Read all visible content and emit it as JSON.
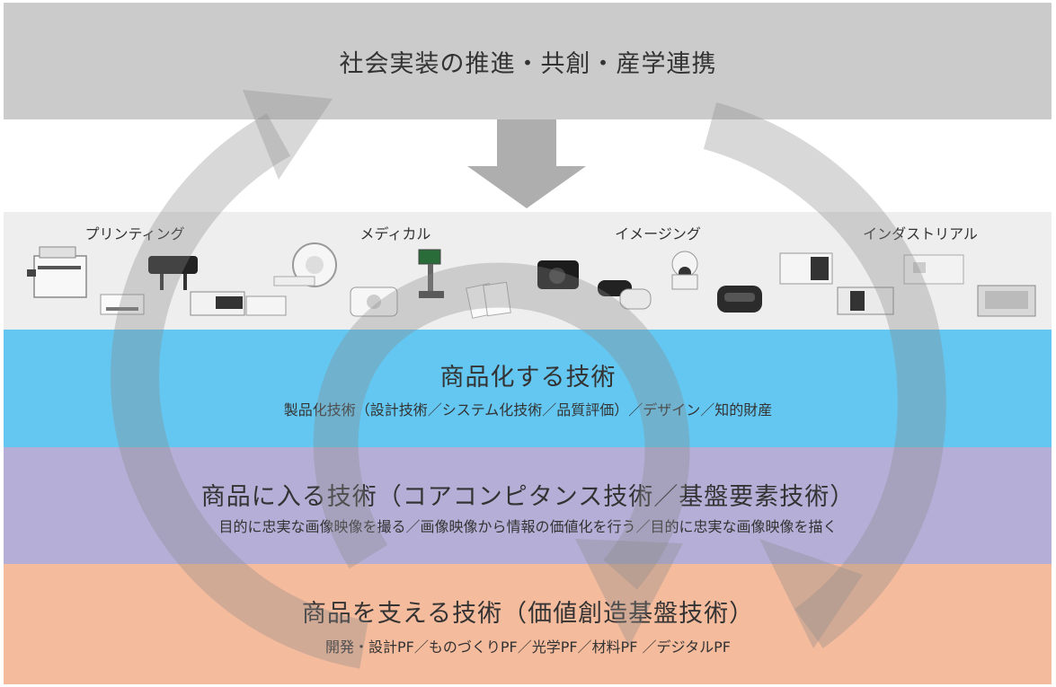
{
  "top": {
    "title": "社会実装の推進・共創・産学連携"
  },
  "products": {
    "categories": [
      {
        "label": "プリンティング"
      },
      {
        "label": "メディカル"
      },
      {
        "label": "イメージング"
      },
      {
        "label": "インダストリアル"
      }
    ]
  },
  "commercial": {
    "title": "商品化する技術",
    "subtitle": "製品化技術（設計技術／システム化技術／品質評価）／デザイン／知的財産"
  },
  "core": {
    "title": "商品に入る技術（コアコンピタンス技術／基盤要素技術）",
    "subtitle": "目的に忠実な画像映像を撮る／画像映像から情報の価値化を行う／目的に忠実な画像映像を描く"
  },
  "foundation": {
    "title": "商品を支える技術（価値創造基盤技術）",
    "subtitle": "開発・設計PF／ものづくりPF／光学PF／材料PF ／デジタルPF"
  },
  "colors": {
    "top_band": "#cbcbcc",
    "products_band": "#eeeeee",
    "commercial_band": "#64c7f1",
    "core_band": "#b5afd7",
    "foundation_band": "#f5bb9d",
    "arrows": "#999999"
  }
}
